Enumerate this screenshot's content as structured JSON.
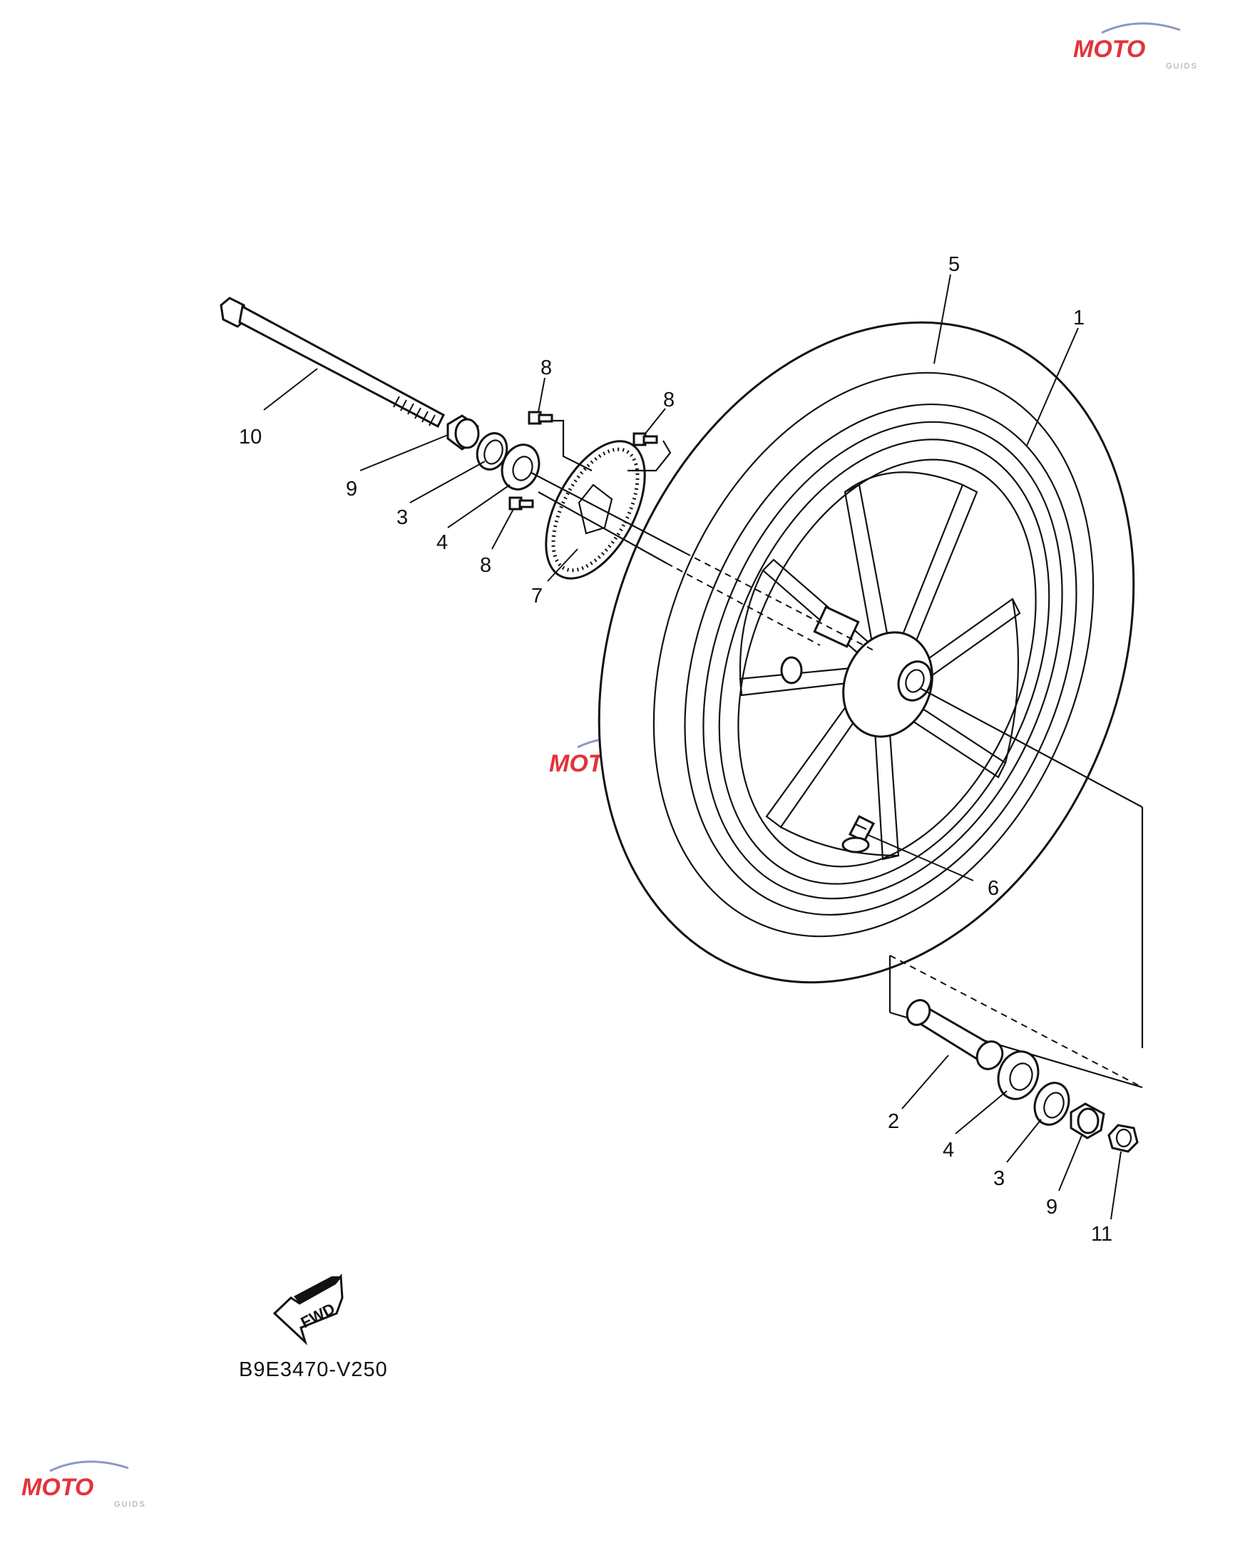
{
  "diagram": {
    "figure_code": "B9E3470-V250",
    "fwd_label": "FWD",
    "callouts": [
      {
        "id": "c1",
        "label": "1"
      },
      {
        "id": "c5",
        "label": "5"
      },
      {
        "id": "c10",
        "label": "10"
      },
      {
        "id": "c9a",
        "label": "9"
      },
      {
        "id": "c3a",
        "label": "3"
      },
      {
        "id": "c4a",
        "label": "4"
      },
      {
        "id": "c8a",
        "label": "8"
      },
      {
        "id": "c8b",
        "label": "8"
      },
      {
        "id": "c8c",
        "label": "8"
      },
      {
        "id": "c7",
        "label": "7"
      },
      {
        "id": "c6",
        "label": "6"
      },
      {
        "id": "c2",
        "label": "2"
      },
      {
        "id": "c4b",
        "label": "4"
      },
      {
        "id": "c3b",
        "label": "3"
      },
      {
        "id": "c9b",
        "label": "9"
      },
      {
        "id": "c11",
        "label": "11"
      }
    ]
  },
  "watermark": {
    "brand": "MOTO",
    "sub": "GUIDS",
    "colors": {
      "red": "#e2333a",
      "blue": "#8d96c8"
    }
  }
}
